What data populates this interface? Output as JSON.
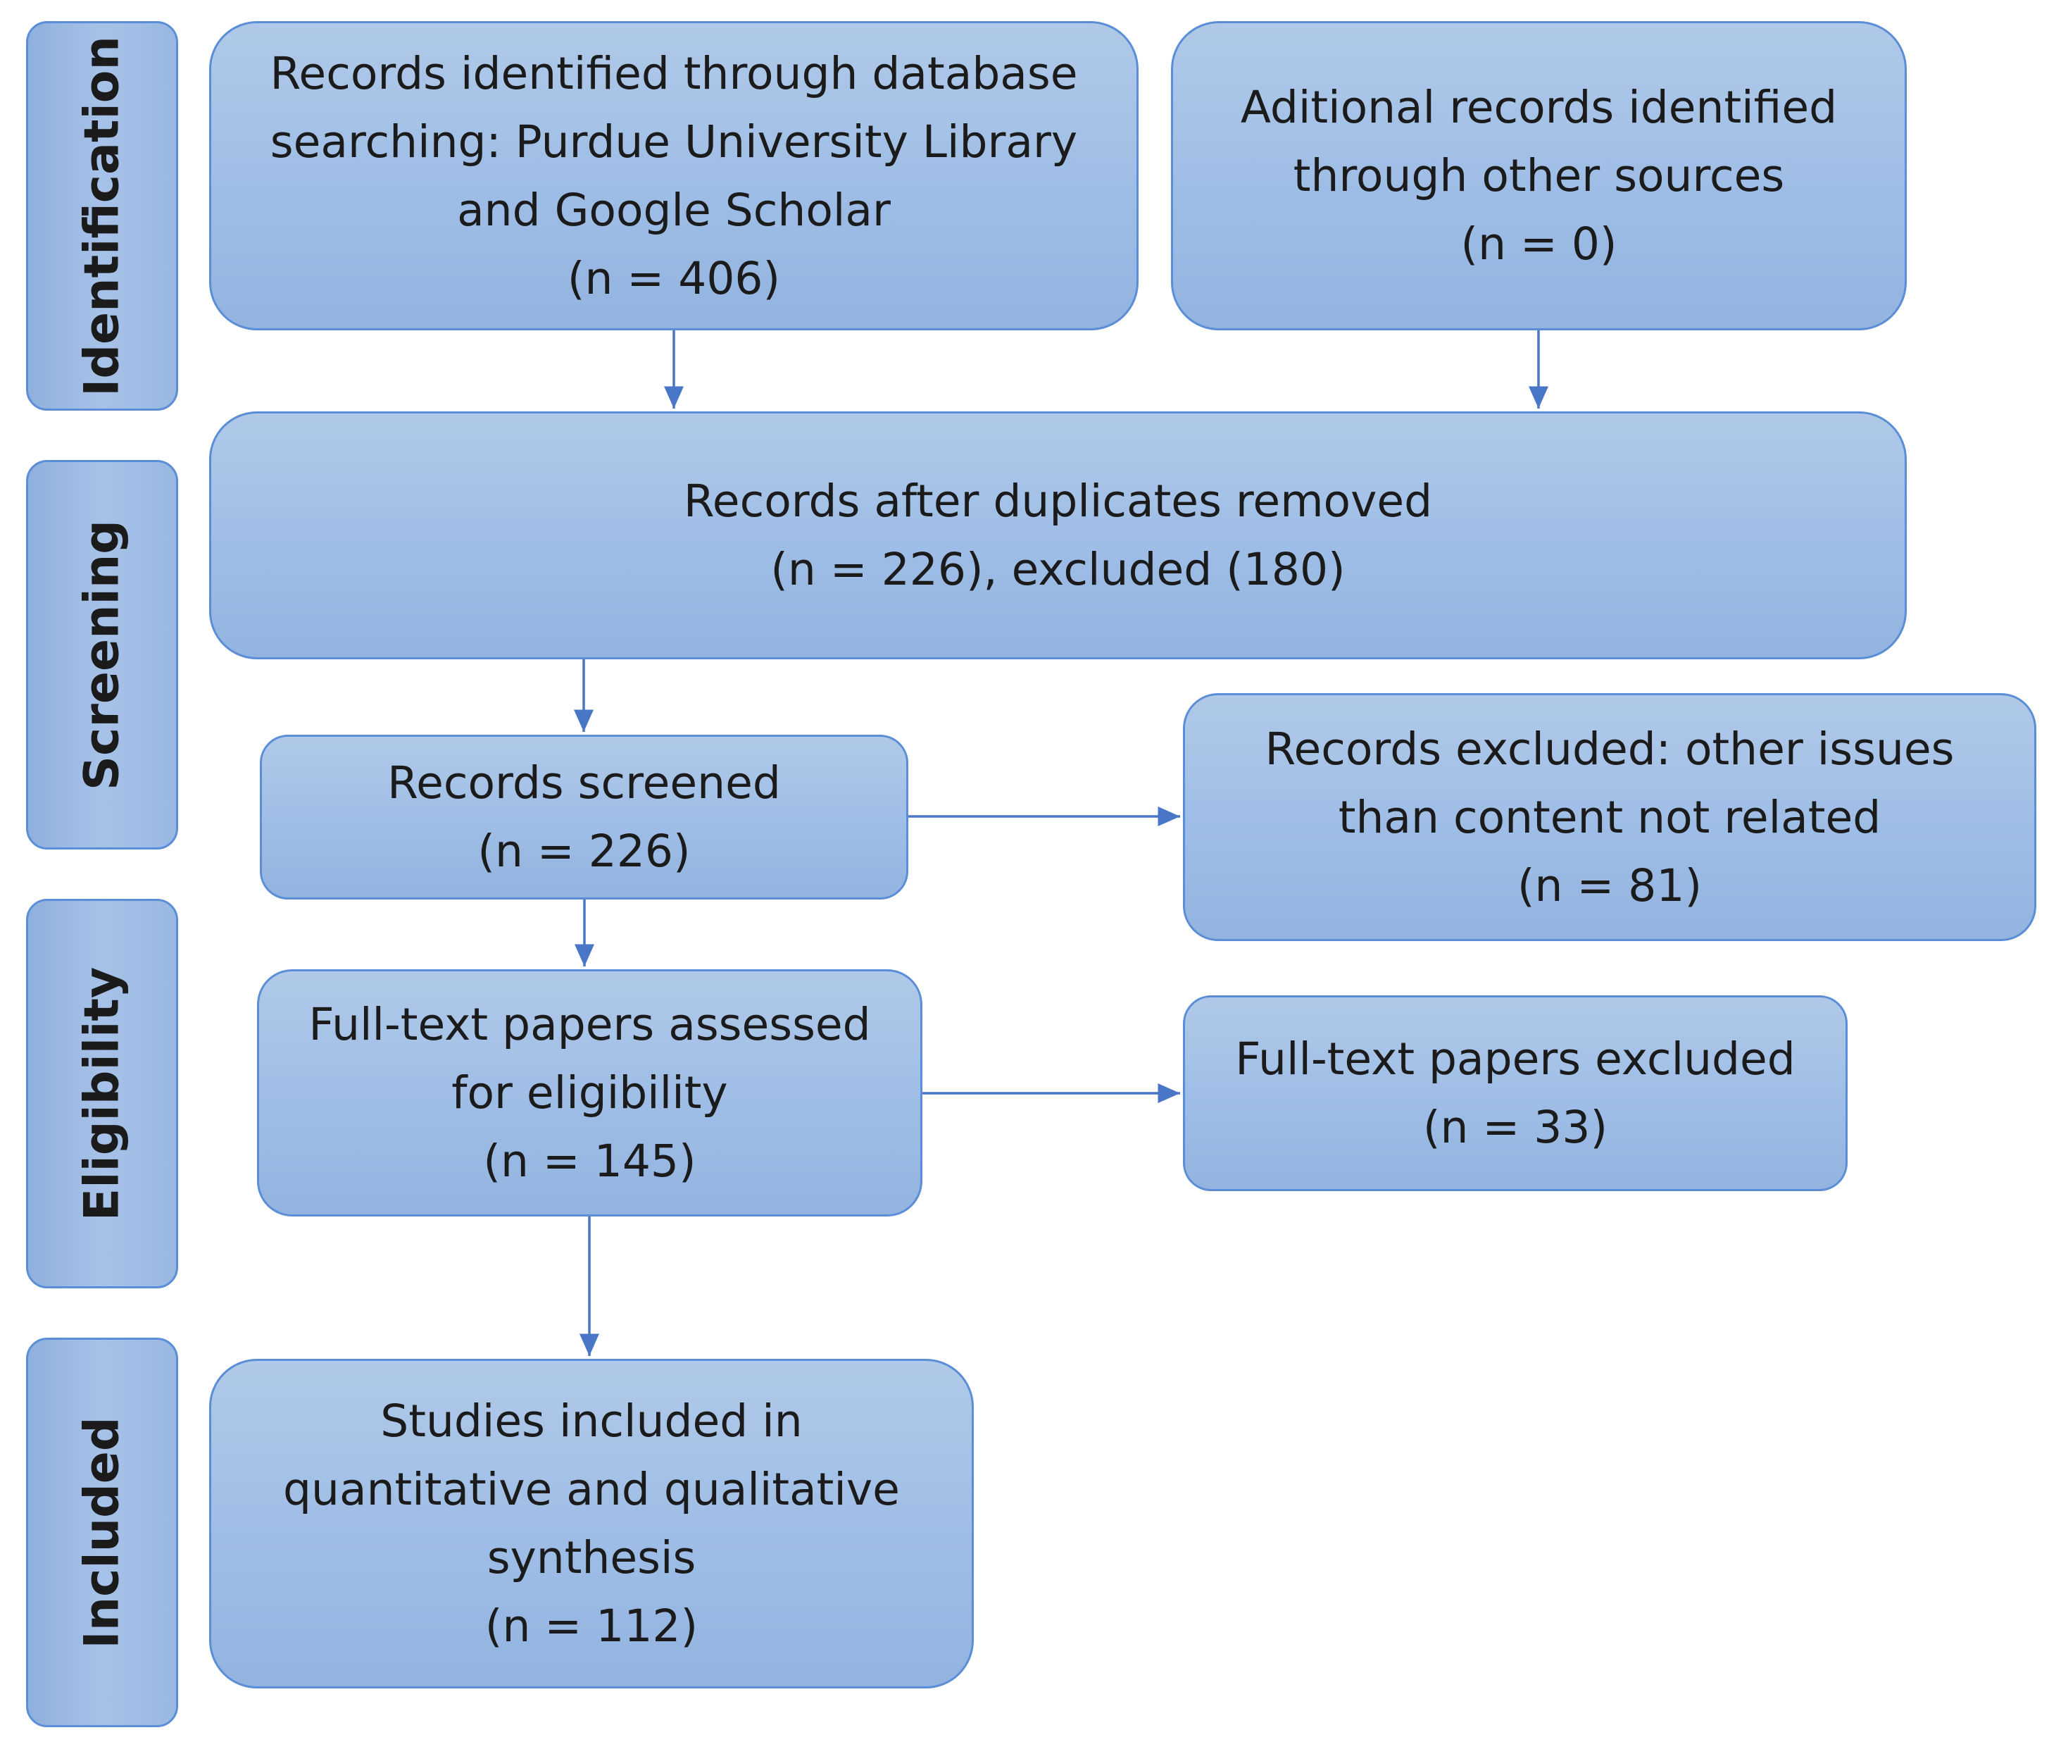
{
  "stages": {
    "identification": "Identification",
    "screening": "Screening",
    "eligibility": "Eligibility",
    "included": "Included"
  },
  "boxes": {
    "database_records": "Records identified through database\nsearching: Purdue University Library\nand Google Scholar\n(n = 406)",
    "other_sources": "Aditional records identified\nthrough other sources\n(n = 0)",
    "duplicates_removed": "Records after duplicates removed\n(n = 226), excluded (180)",
    "records_screened": "Records screened\n(n = 226)",
    "records_excluded": "Records excluded: other issues\nthan content not related\n(n = 81)",
    "fulltext_assessed": "Full-text papers assessed\nfor eligibility\n(n = 145)",
    "fulltext_excluded": "Full-text papers excluded\n(n = 33)",
    "studies_included": "Studies included in\nquantitative and qualitative\nsynthesis\n(n = 112)"
  },
  "colors": {
    "box_fill": "#9ebde6",
    "border": "#5b8ed6",
    "arrow": "#4a76c8",
    "text": "#1b1b1b"
  }
}
